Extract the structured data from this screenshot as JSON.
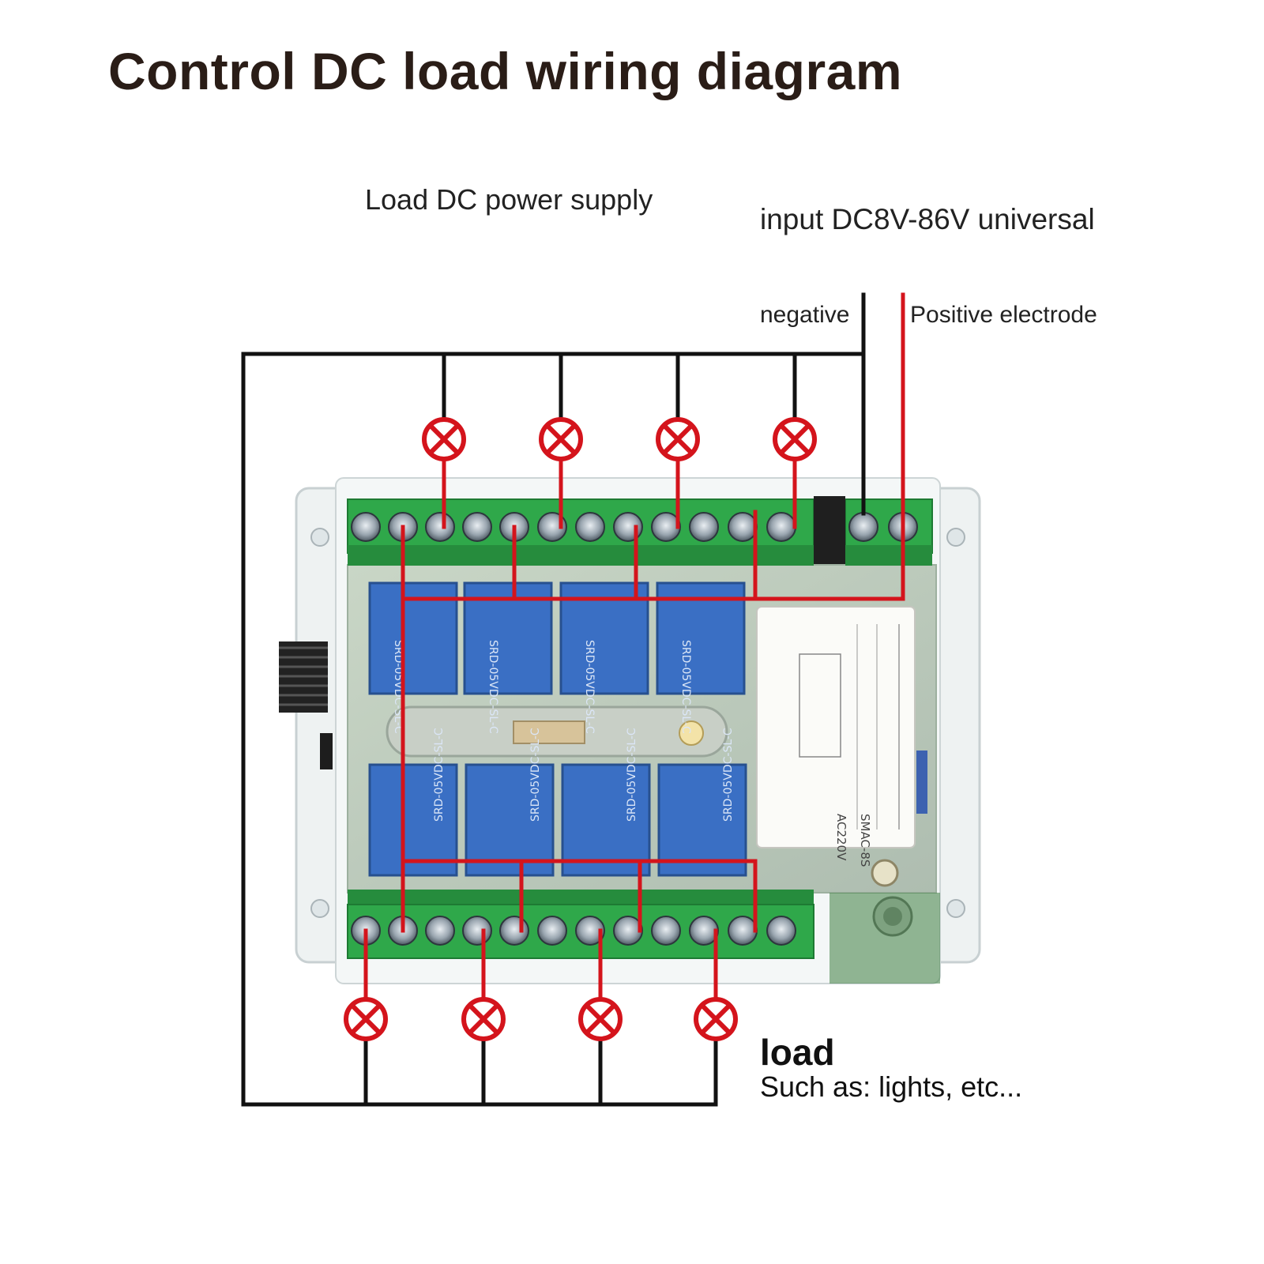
{
  "title": "Control DC load wiring diagram",
  "labels": {
    "load_supply": "Load DC power supply",
    "input_range": "input DC8V-86V universal",
    "negative": "negative",
    "positive": "Positive electrode",
    "load_title": "load",
    "load_subtitle": "Such as: lights, etc..."
  },
  "module": {
    "model_text": "SMAC-8S",
    "voltage_text": "AC220V"
  },
  "colors": {
    "positive_wire": "#d4141c",
    "negative_wire": "#111111",
    "terminal_green": "#2fa84a",
    "relay_blue": "#3a6fc4"
  },
  "icons": {
    "lamp": "lamp-x-icon"
  }
}
